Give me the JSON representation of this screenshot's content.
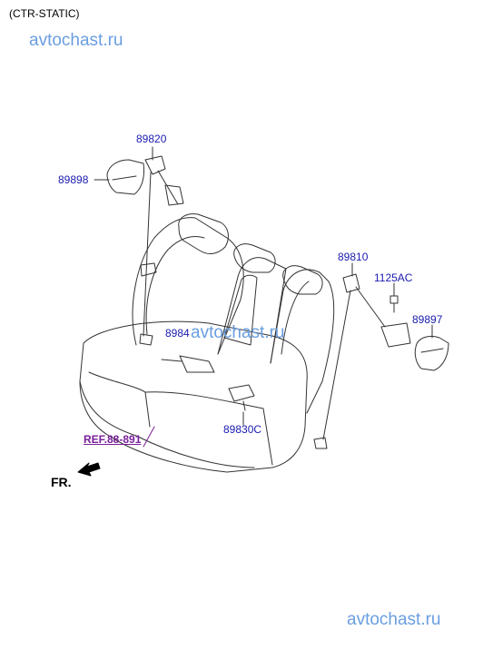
{
  "header": {
    "variant": "(CTR-STATIC)"
  },
  "watermarks": {
    "top": "avtochast.ru",
    "middle": "avtochast.ru",
    "bottom": "avtochast.ru"
  },
  "parts": {
    "p89820": "89820",
    "p89898": "89898",
    "p89810": "89810",
    "p1125ac": "1125AC",
    "p89897": "89897",
    "p89840": "8984",
    "p89830c": "89830C"
  },
  "reference": "REF.88-891",
  "direction": "FR.",
  "colors": {
    "label": "#1a1ab0",
    "reference": "#7a1f9a",
    "watermark": "#6a9ee0",
    "line": "#333333"
  }
}
